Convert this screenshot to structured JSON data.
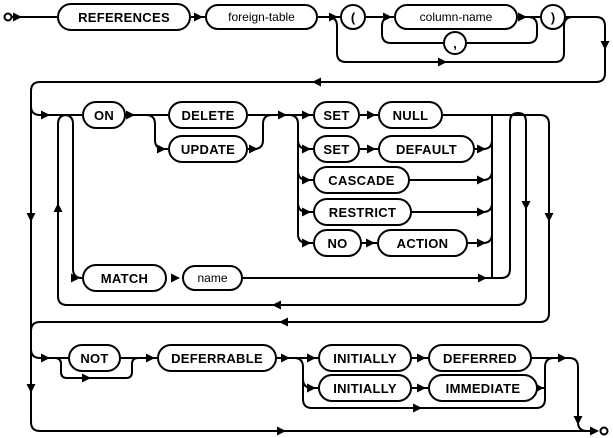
{
  "diagram": {
    "kind": "railroad-syntax-diagram",
    "description": "foreign key clause syntax",
    "colors": {
      "line": "#000000",
      "background": "#ffffff",
      "box_border": "#000000",
      "text": "#000000"
    },
    "nodes": {
      "references": {
        "label": "REFERENCES",
        "type": "keyword"
      },
      "foreign_table": {
        "label": "foreign-table",
        "type": "nonterminal"
      },
      "paren_open": {
        "label": "(",
        "type": "literal"
      },
      "column_name": {
        "label": "column-name",
        "type": "nonterminal"
      },
      "comma": {
        "label": ",",
        "type": "literal"
      },
      "paren_close": {
        "label": ")",
        "type": "literal"
      },
      "on": {
        "label": "ON",
        "type": "keyword"
      },
      "delete": {
        "label": "DELETE",
        "type": "keyword"
      },
      "update": {
        "label": "UPDATE",
        "type": "keyword"
      },
      "set1": {
        "label": "SET",
        "type": "keyword"
      },
      "null": {
        "label": "NULL",
        "type": "keyword"
      },
      "set2": {
        "label": "SET",
        "type": "keyword"
      },
      "default": {
        "label": "DEFAULT",
        "type": "keyword"
      },
      "cascade": {
        "label": "CASCADE",
        "type": "keyword"
      },
      "restrict": {
        "label": "RESTRICT",
        "type": "keyword"
      },
      "no": {
        "label": "NO",
        "type": "keyword"
      },
      "action": {
        "label": "ACTION",
        "type": "keyword"
      },
      "match": {
        "label": "MATCH",
        "type": "keyword"
      },
      "name": {
        "label": "name",
        "type": "nonterminal"
      },
      "not": {
        "label": "NOT",
        "type": "keyword"
      },
      "deferrable": {
        "label": "DEFERRABLE",
        "type": "keyword"
      },
      "initially1": {
        "label": "INITIALLY",
        "type": "keyword"
      },
      "deferred": {
        "label": "DEFERRED",
        "type": "keyword"
      },
      "initially2": {
        "label": "INITIALLY",
        "type": "keyword"
      },
      "immediate": {
        "label": "IMMEDIATE",
        "type": "keyword"
      }
    }
  }
}
